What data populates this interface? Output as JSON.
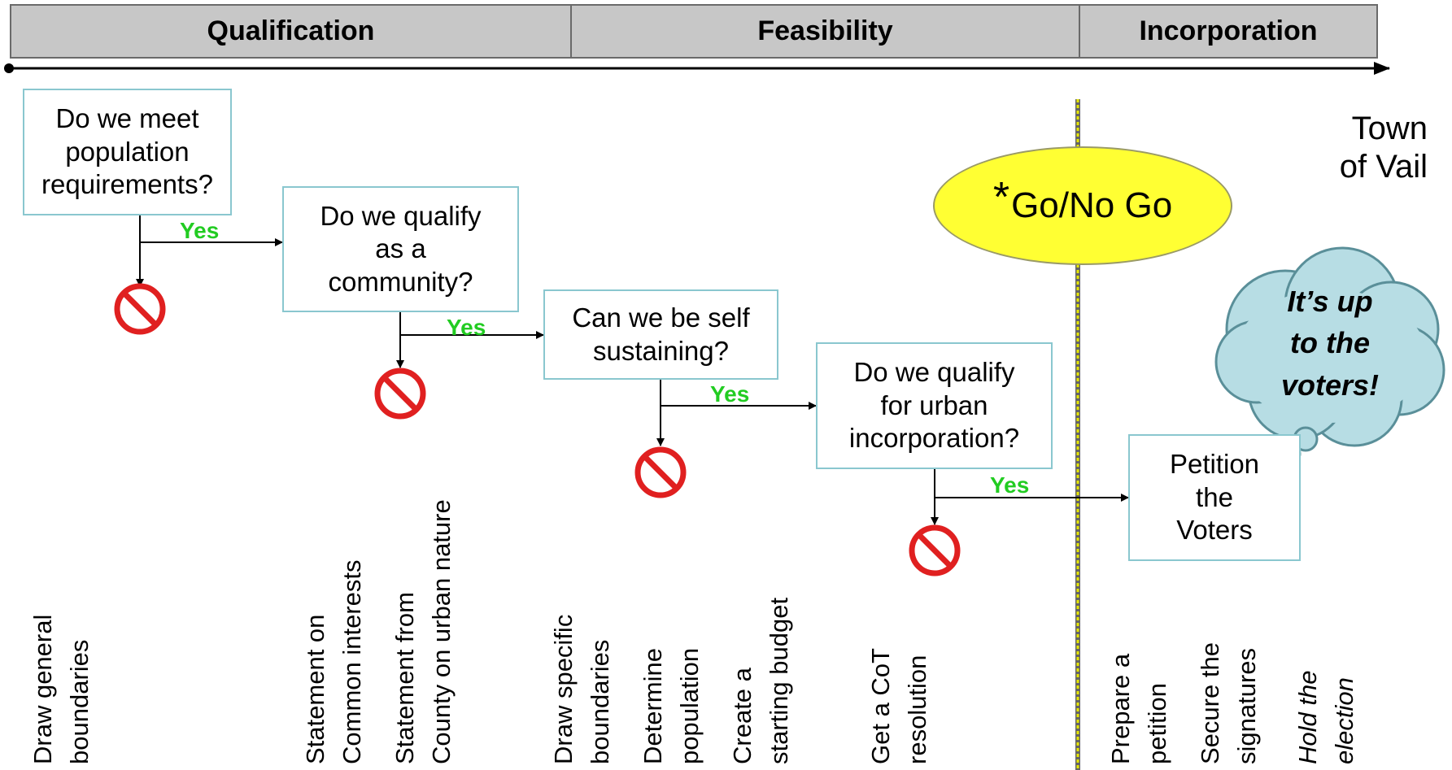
{
  "phases": [
    {
      "label": "Qualification"
    },
    {
      "label": "Feasibility"
    },
    {
      "label": "Incorporation"
    }
  ],
  "questions": [
    {
      "text": "Do we meet\npopulation\nrequirements?"
    },
    {
      "text": "Do we qualify\nas a\ncommunity?"
    },
    {
      "text": "Can we be self\nsustaining?"
    },
    {
      "text": "Do we qualify\nfor urban\nincorporation?"
    },
    {
      "text": "Petition\nthe\nVoters"
    }
  ],
  "yes_label": "Yes",
  "go_no_go": {
    "star": "*",
    "label": "Go/No Go"
  },
  "town": "Town\nof Vail",
  "cloud": "It’s up\nto the\nvoters!",
  "steps": [
    {
      "text": "Draw general\nboundaries"
    },
    {
      "text": "Statement on\nCommon interests"
    },
    {
      "text": "Statement from\nCounty on urban nature"
    },
    {
      "text": "Draw specific\nboundaries"
    },
    {
      "text": "Determine\npopulation"
    },
    {
      "text": "Create a\nstarting budget"
    },
    {
      "text": "Get a CoT\nresolution"
    },
    {
      "text": "Prepare a\npetition"
    },
    {
      "text": "Secure the\nsignatures"
    },
    {
      "text": "Hold the\nelection"
    }
  ],
  "colors": {
    "phase_fill": "#c7c7c7",
    "box_border": "#8ac7cf",
    "yes": "#22cc22",
    "no_symbol": "#e02020",
    "go_fill": "#ffff33",
    "cloud_fill": "#b7dde4",
    "divider": "#e8e800"
  },
  "icons": {
    "no": "prohibited-icon"
  }
}
